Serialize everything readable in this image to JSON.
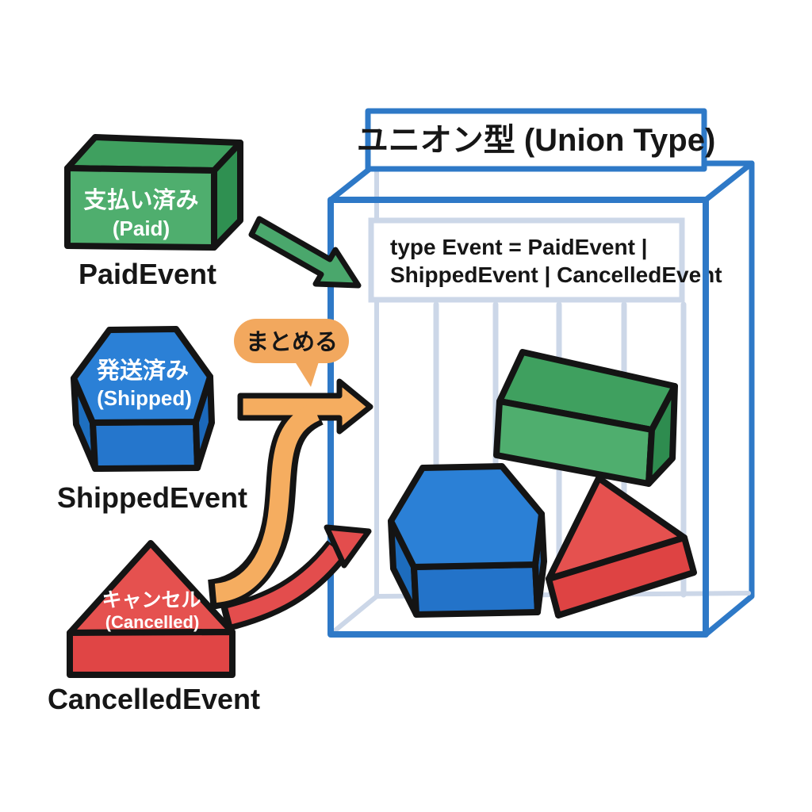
{
  "title": "ユニオン型 (Union Type)",
  "bubble_label": "まとめる",
  "code": {
    "line1": "type Event = PaidEvent |",
    "line2": "ShippedEvent | CancelledEvent"
  },
  "events": {
    "paid": {
      "jp": "支払い済み",
      "en": "(Paid)",
      "label": "PaidEvent",
      "shape": "box",
      "color": "#4fae6e"
    },
    "shipped": {
      "jp": "発送済み",
      "en": "(Shipped)",
      "label": "ShippedEvent",
      "shape": "hexagon",
      "color": "#2b80d6"
    },
    "cancelled": {
      "jp": "キャンセル",
      "en": "(Cancelled)",
      "label": "CancelledEvent",
      "shape": "triangle",
      "color": "#e5514f"
    }
  },
  "colors": {
    "box_outline": "#2e79c7",
    "inner_lines": "#ccd7e8",
    "arrow_green": "#4aa76c",
    "arrow_orange": "#f5ad60",
    "arrow_red": "#e34d4d",
    "bubble_orange": "#f2a85e",
    "outline_black": "#141414",
    "background": "#ffffff"
  }
}
